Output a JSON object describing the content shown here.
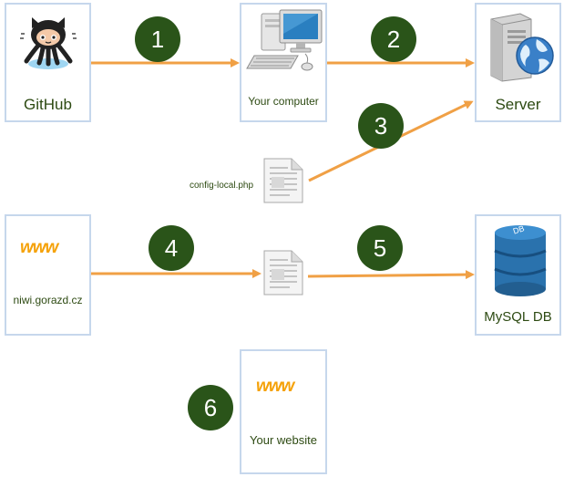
{
  "nodes": {
    "github": {
      "label": "GitHub",
      "icon": "octocat-icon"
    },
    "computer": {
      "label": "Your computer",
      "icon": "desktop-computer-icon"
    },
    "server": {
      "label": "Server",
      "icon": "server-globe-icon"
    },
    "config": {
      "label": "config-local.php",
      "icon": "document-icon"
    },
    "domain": {
      "logo_text": "www",
      "label": "niwi.gorazd.cz"
    },
    "sql_file": {
      "icon": "document-icon"
    },
    "mysql": {
      "label": "MySQL DB",
      "icon": "database-icon",
      "icon_text": "DB"
    },
    "website": {
      "logo_text": "www",
      "label": "Your website"
    }
  },
  "steps": [
    "1",
    "2",
    "3",
    "4",
    "5",
    "6"
  ],
  "colors": {
    "arrow": "#f0a045",
    "step_circle": "#2a5419",
    "box_border": "#c6d7ec",
    "label_text": "#2d4a12",
    "www": "#f5a20a",
    "db_blue": "#2a72ad"
  }
}
